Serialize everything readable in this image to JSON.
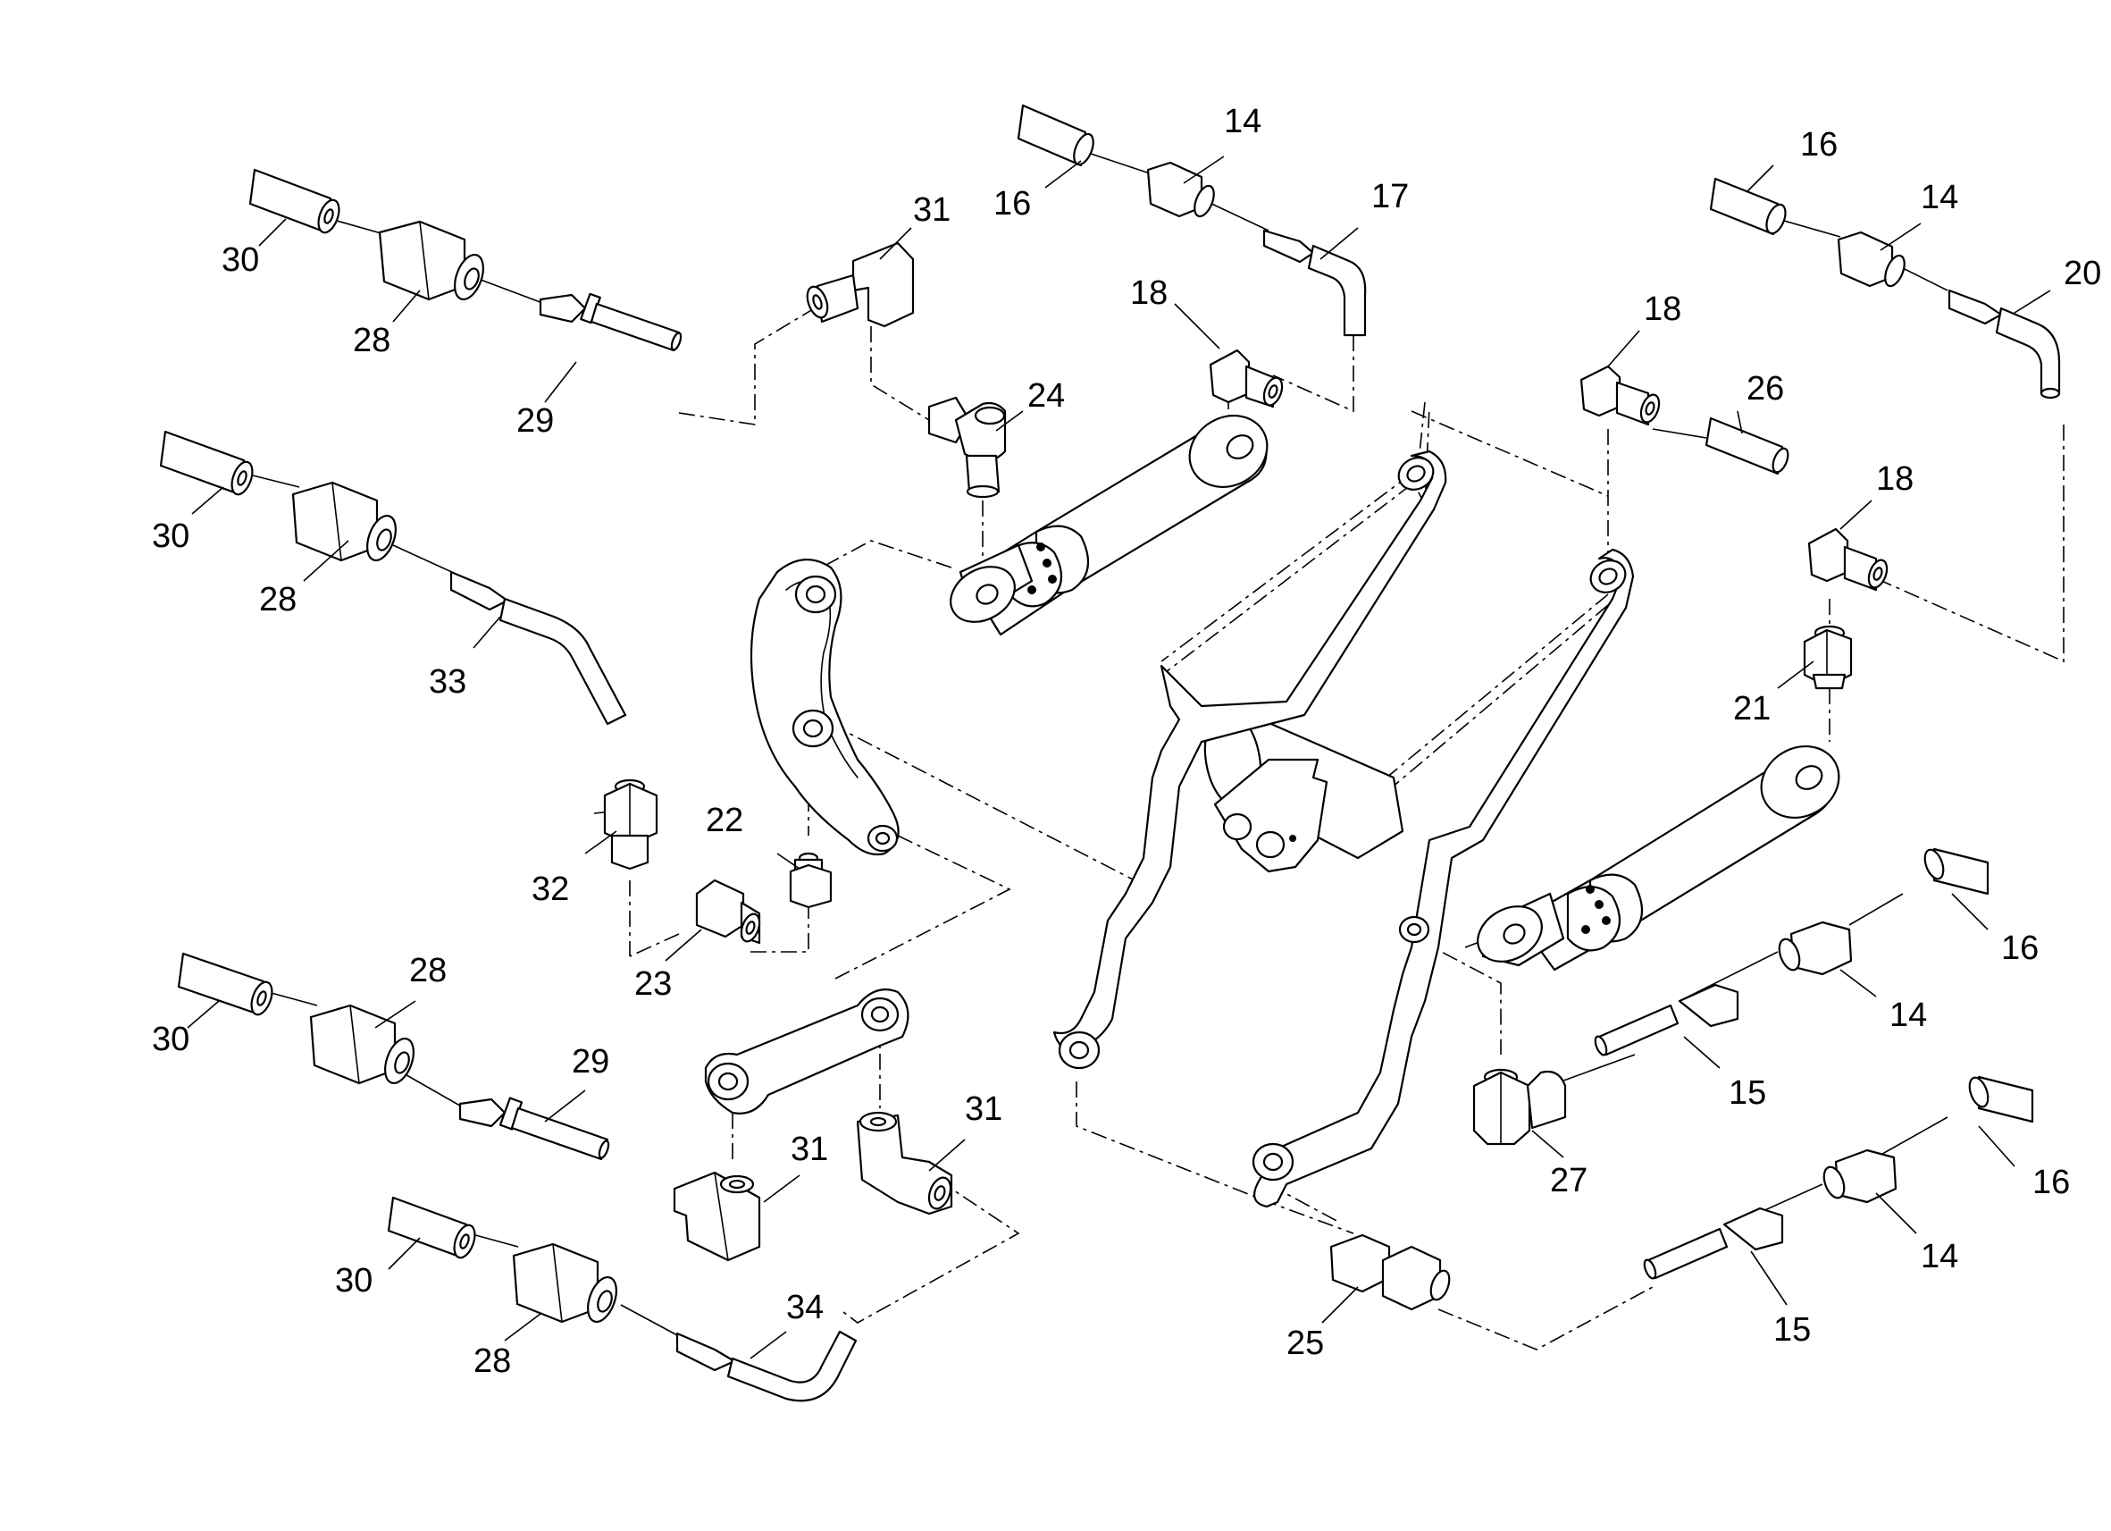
{
  "figure": {
    "type": "exploded hydraulic parts diagram",
    "line_color": "#000000",
    "background_color": "#ffffff"
  },
  "callouts": [
    {
      "id": "c-30a",
      "text": "30"
    },
    {
      "id": "c-28a",
      "text": "28"
    },
    {
      "id": "c-29a",
      "text": "29"
    },
    {
      "id": "c-31a",
      "text": "31"
    },
    {
      "id": "c-24",
      "text": "24"
    },
    {
      "id": "c-16a",
      "text": "16"
    },
    {
      "id": "c-14a",
      "text": "14"
    },
    {
      "id": "c-17",
      "text": "17"
    },
    {
      "id": "c-18a",
      "text": "18"
    },
    {
      "id": "c-16b",
      "text": "16"
    },
    {
      "id": "c-14b",
      "text": "14"
    },
    {
      "id": "c-20",
      "text": "20"
    },
    {
      "id": "c-18b",
      "text": "18"
    },
    {
      "id": "c-26",
      "text": "26"
    },
    {
      "id": "c-18c",
      "text": "18"
    },
    {
      "id": "c-30b",
      "text": "30"
    },
    {
      "id": "c-28b",
      "text": "28"
    },
    {
      "id": "c-33",
      "text": "33"
    },
    {
      "id": "c-21",
      "text": "21"
    },
    {
      "id": "c-22",
      "text": "22"
    },
    {
      "id": "c-32",
      "text": "32"
    },
    {
      "id": "c-23",
      "text": "23"
    },
    {
      "id": "c-16c",
      "text": "16"
    },
    {
      "id": "c-14c",
      "text": "14"
    },
    {
      "id": "c-28c",
      "text": "28"
    },
    {
      "id": "c-30c",
      "text": "30"
    },
    {
      "id": "c-29b",
      "text": "29"
    },
    {
      "id": "c-15a",
      "text": "15"
    },
    {
      "id": "c-31b",
      "text": "31"
    },
    {
      "id": "c-31c",
      "text": "31"
    },
    {
      "id": "c-27",
      "text": "27"
    },
    {
      "id": "c-16d",
      "text": "16"
    },
    {
      "id": "c-14d",
      "text": "14"
    },
    {
      "id": "c-30d",
      "text": "30"
    },
    {
      "id": "c-34",
      "text": "34"
    },
    {
      "id": "c-28d",
      "text": "28"
    },
    {
      "id": "c-25",
      "text": "25"
    },
    {
      "id": "c-15b",
      "text": "15"
    }
  ]
}
